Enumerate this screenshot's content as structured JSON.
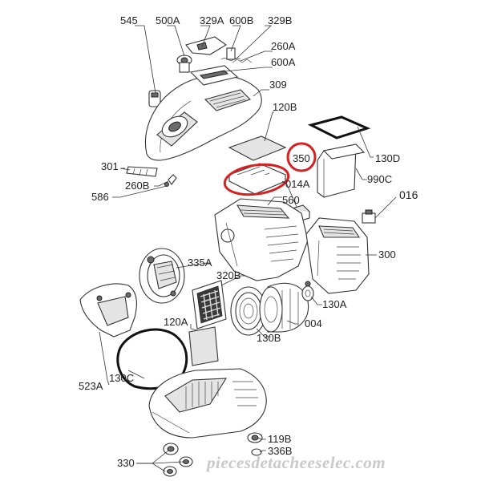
{
  "labels": {
    "l545": "545",
    "l500A": "500A",
    "l329A": "329A",
    "l600B": "600B",
    "l329B": "329B",
    "l260A": "260A",
    "l600A": "600A",
    "l309": "309",
    "l120B": "120B",
    "l350": "350",
    "l130D": "130D",
    "l990C": "990C",
    "l014A": "014A",
    "l016": "016",
    "l560": "560",
    "l301": "301",
    "l260B": "260B",
    "l586": "586",
    "l300": "300",
    "l335A": "335A",
    "l320B": "320B",
    "l130A": "130A",
    "l004": "004",
    "l130B": "130B",
    "l120A": "120A",
    "l523A": "523A",
    "l130C": "130C",
    "l119B": "119B",
    "l336B": "336B",
    "l330": "330"
  },
  "highlight_color": "#d61f1f",
  "watermark": "piecesdetacheeselec.com"
}
